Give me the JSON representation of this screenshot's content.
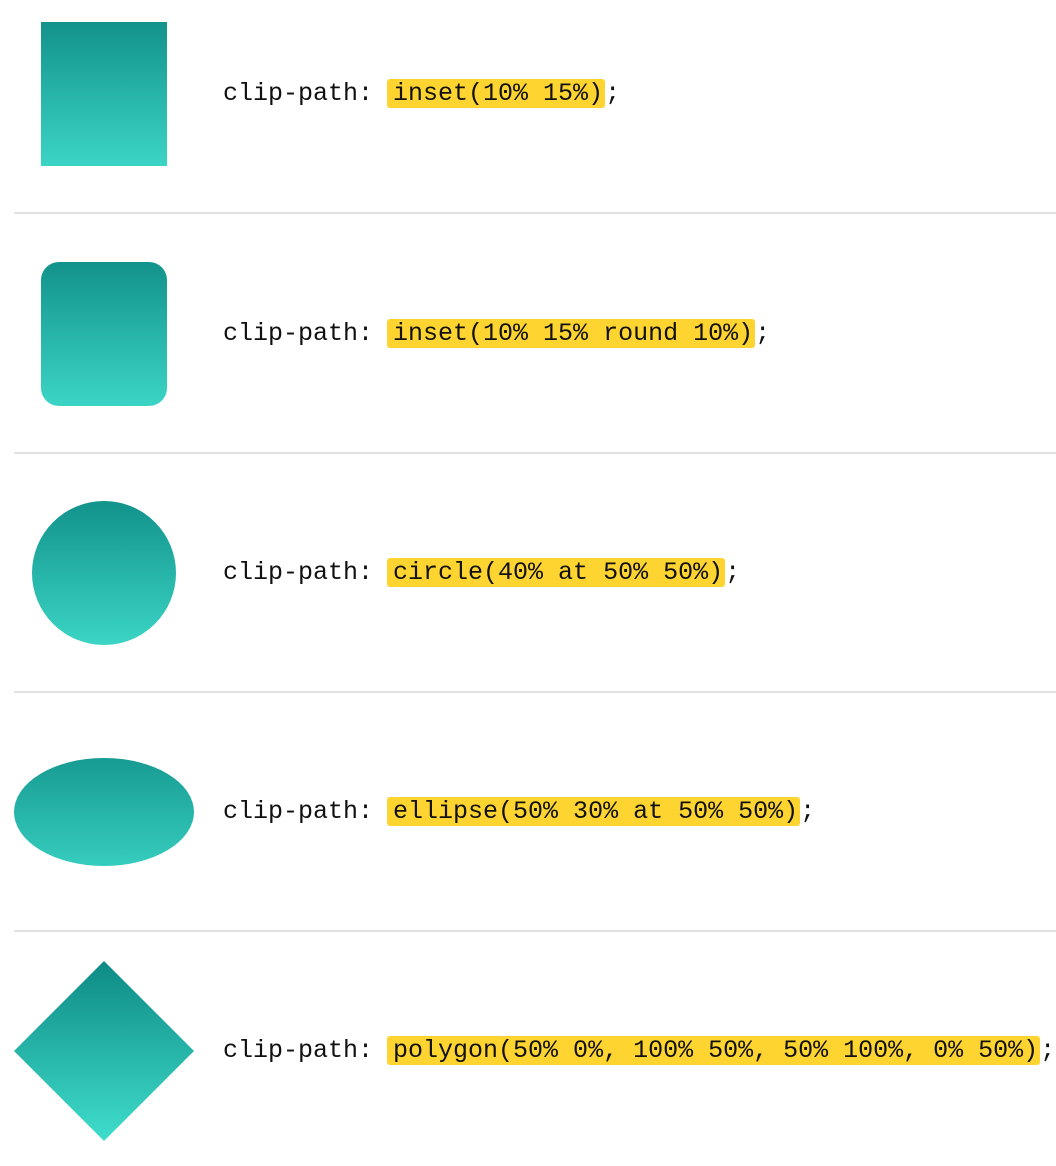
{
  "theme": {
    "gradient_top": "#0d8a84",
    "gradient_bottom": "#40ddcc",
    "highlight": "#fed530",
    "divider": "#e1e1e1"
  },
  "rows": [
    {
      "shape": "inset",
      "property": "clip-path:",
      "value": "inset(10% 15%)",
      "terminator": ";"
    },
    {
      "shape": "inset-rounded",
      "property": "clip-path:",
      "value": "inset(10% 15% round 10%)",
      "terminator": ";"
    },
    {
      "shape": "circle",
      "property": "clip-path:",
      "value": "circle(40% at 50% 50%)",
      "terminator": ";"
    },
    {
      "shape": "ellipse",
      "property": "clip-path:",
      "value": "ellipse(50% 30% at 50% 50%)",
      "terminator": ";"
    },
    {
      "shape": "polygon",
      "property": "clip-path:",
      "value": "polygon(50% 0%, 100% 50%, 50% 100%, 0% 50%)",
      "terminator": ";"
    }
  ]
}
